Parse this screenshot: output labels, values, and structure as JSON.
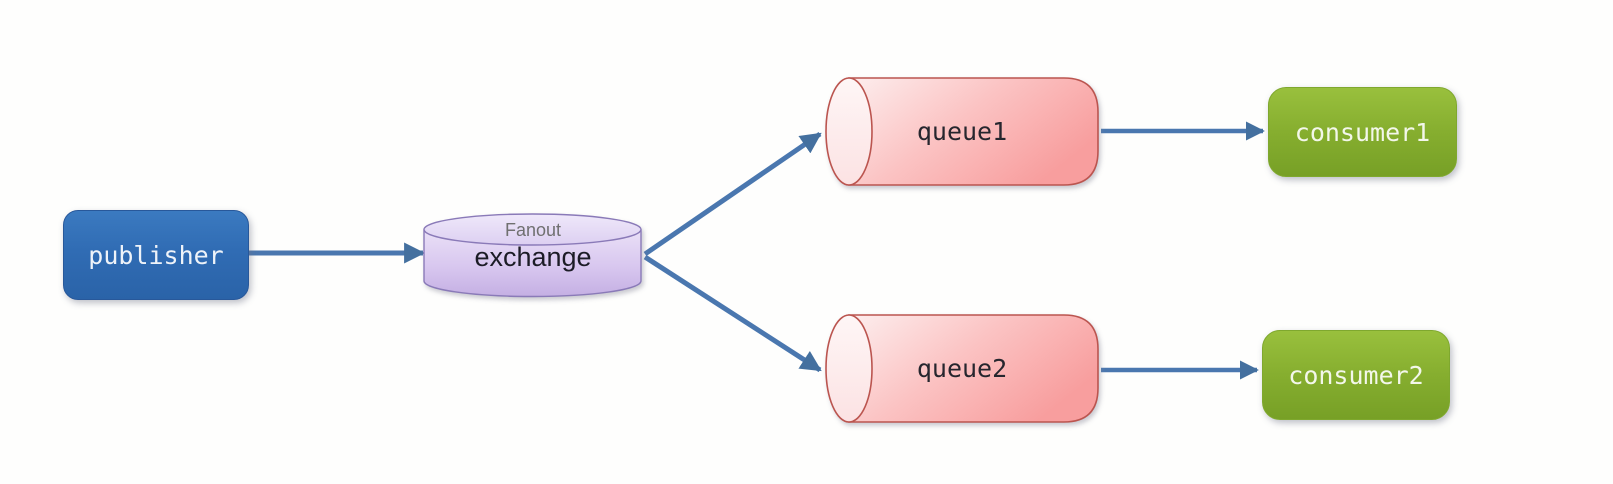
{
  "diagram": {
    "background_color": "#fefefd",
    "arrow_color": "#4a77af",
    "nodes": {
      "publisher": {
        "label": "publisher",
        "shape": "rounded-rect",
        "color": "#306cb4",
        "text_color": "#eef3f9"
      },
      "exchange": {
        "label": "exchange",
        "type_label": "Fanout",
        "shape": "cylinder-vertical",
        "color": "#d8c7ef",
        "text_color": "#1e1e27",
        "type_label_color": "#6f6f6f"
      },
      "queue1": {
        "label": "queue1",
        "shape": "cylinder-horizontal",
        "color": "#f9b3b3",
        "text_color": "#26262e"
      },
      "queue2": {
        "label": "queue2",
        "shape": "cylinder-horizontal",
        "color": "#f9b3b3",
        "text_color": "#26262e"
      },
      "consumer1": {
        "label": "consumer1",
        "shape": "rounded-rect",
        "color": "#86ae2f",
        "text_color": "#f3f7ea"
      },
      "consumer2": {
        "label": "consumer2",
        "shape": "rounded-rect",
        "color": "#86ae2f",
        "text_color": "#f3f7ea"
      }
    },
    "edges": [
      {
        "from": "publisher",
        "to": "exchange"
      },
      {
        "from": "exchange",
        "to": "queue1"
      },
      {
        "from": "exchange",
        "to": "queue2"
      },
      {
        "from": "queue1",
        "to": "consumer1"
      },
      {
        "from": "queue2",
        "to": "consumer2"
      }
    ]
  }
}
